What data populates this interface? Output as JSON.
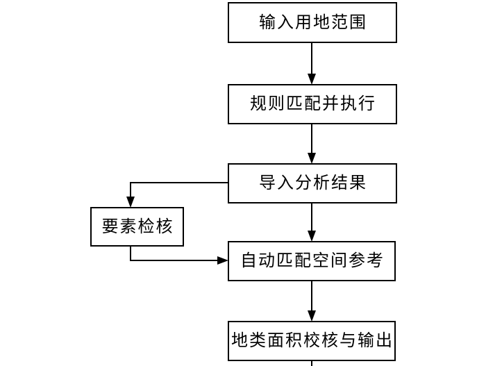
{
  "flowchart": {
    "nodes": [
      {
        "id": "input-land-scope",
        "label": "输入用地范围"
      },
      {
        "id": "rule-match-execute",
        "label": "规则匹配并执行"
      },
      {
        "id": "import-analysis-results",
        "label": "导入分析结果"
      },
      {
        "id": "element-check",
        "label": "要素检核"
      },
      {
        "id": "auto-match-spatial-reference",
        "label": "自动匹配空间参考"
      },
      {
        "id": "area-check-output",
        "label": "地类面积校核与输出"
      }
    ],
    "edges": [
      {
        "from": "input-land-scope",
        "to": "rule-match-execute"
      },
      {
        "from": "rule-match-execute",
        "to": "import-analysis-results"
      },
      {
        "from": "import-analysis-results",
        "to": "auto-match-spatial-reference"
      },
      {
        "from": "import-analysis-results",
        "to": "element-check"
      },
      {
        "from": "element-check",
        "to": "auto-match-spatial-reference"
      },
      {
        "from": "auto-match-spatial-reference",
        "to": "area-check-output"
      }
    ],
    "colors": {
      "line": "#000000",
      "box_border": "#000000",
      "box_fill": "#ffffff",
      "text": "#000000",
      "background": "#ffffff"
    }
  }
}
